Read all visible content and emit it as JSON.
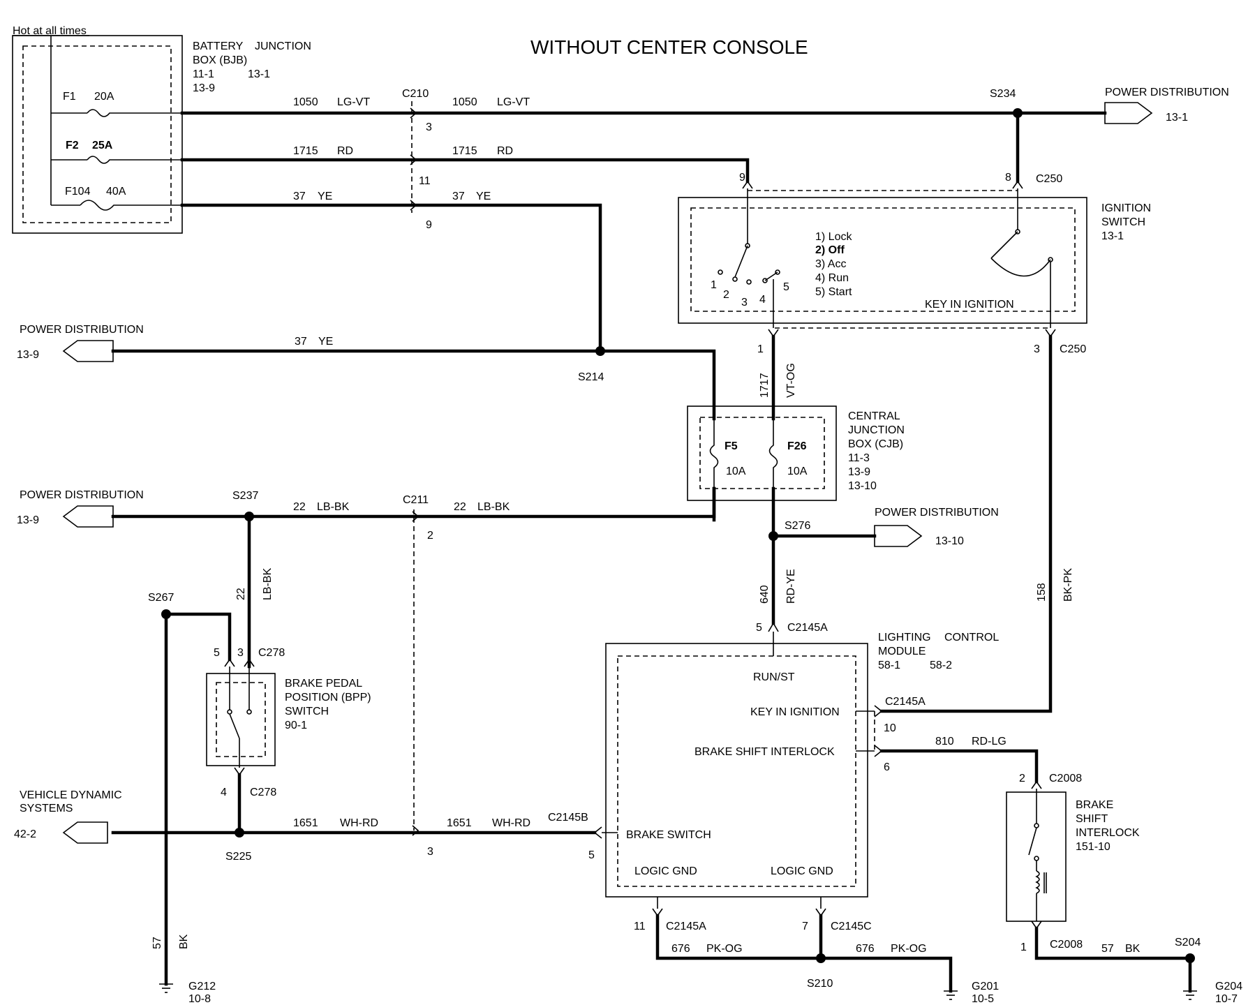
{
  "title": "WITHOUT CENTER CONSOLE",
  "hot_note": "Hot at all times",
  "components": {
    "bjb": {
      "name1": "BATTERY",
      "name2": "JUNCTION",
      "name3": "BOX (BJB)",
      "ref1": "11-1",
      "ref2": "13-1",
      "ref3": "13-9",
      "fuses": [
        {
          "id": "F1",
          "rating": "20A"
        },
        {
          "id": "F2",
          "rating": "25A"
        },
        {
          "id": "F104",
          "rating": "40A"
        }
      ]
    },
    "ign": {
      "name1": "IGNITION",
      "name2": "SWITCH",
      "ref": "13-1",
      "positions": [
        "1) Lock",
        "2) Off",
        "3) Acc",
        "4) Run",
        "5) Start"
      ],
      "pos_nums": [
        "1",
        "2",
        "3",
        "4",
        "5"
      ],
      "key_label": "KEY IN IGNITION"
    },
    "cjb": {
      "name1": "CENTRAL",
      "name2": "JUNCTION",
      "name3": "BOX (CJB)",
      "refs": [
        "11-3",
        "13-9",
        "13-10"
      ],
      "fuses": [
        {
          "id": "F5",
          "rating": "10A"
        },
        {
          "id": "F26",
          "rating": "10A"
        }
      ]
    },
    "bpp": {
      "name1": "BRAKE PEDAL",
      "name2": "POSITION (BPP)",
      "name3": "SWITCH",
      "ref": "90-1"
    },
    "lcm": {
      "name1": "LIGHTING",
      "name2": "CONTROL",
      "name3": "MODULE",
      "ref1": "58-1",
      "ref2": "58-2",
      "pins": [
        "RUN/ST",
        "KEY IN IGNITION",
        "BRAKE SHIFT INTERLOCK",
        "BRAKE SWITCH",
        "LOGIC GND",
        "LOGIC GND"
      ]
    },
    "bsi": {
      "name1": "BRAKE",
      "name2": "SHIFT",
      "name3": "INTERLOCK",
      "ref": "151-10"
    }
  },
  "power_dist": [
    {
      "label": "POWER DISTRIBUTION",
      "ref": "13-1"
    },
    {
      "label": "POWER DISTRIBUTION",
      "ref": "13-9"
    },
    {
      "label": "POWER DISTRIBUTION",
      "ref": "13-9"
    },
    {
      "label": "POWER DISTRIBUTION",
      "ref": "13-10"
    },
    {
      "label": "VEHICLE DYNAMIC",
      "label2": "SYSTEMS",
      "ref": "42-2"
    }
  ],
  "circuits": [
    {
      "num": "1050",
      "color": "LG-VT"
    },
    {
      "num": "1715",
      "color": "RD"
    },
    {
      "num": "37",
      "color": "YE"
    },
    {
      "num": "1717",
      "color": "VT-OG"
    },
    {
      "num": "22",
      "color": "LB-BK"
    },
    {
      "num": "640",
      "color": "RD-YE"
    },
    {
      "num": "158",
      "color": "BK-PK"
    },
    {
      "num": "810",
      "color": "RD-LG"
    },
    {
      "num": "1651",
      "color": "WH-RD"
    },
    {
      "num": "676",
      "color": "PK-OG"
    },
    {
      "num": "57",
      "color": "BK"
    }
  ],
  "connectors": {
    "C210": "C210",
    "C211": "C211",
    "C250": "C250",
    "C278": "C278",
    "C2145A": "C2145A",
    "C2145B": "C2145B",
    "C2145C": "C2145C",
    "C2008": "C2008"
  },
  "pins": {
    "c210_1050": "3",
    "c210_1715": "11",
    "c210_37": "9",
    "ign_in1": "9",
    "ign_in2": "8",
    "ign_out1": "1",
    "ign_out2": "3",
    "c211": "2",
    "c211_1651": "3",
    "c278_5": "5",
    "c278_3": "3",
    "c278_4": "4",
    "lcm_runst": "5",
    "lcm_key": "10",
    "lcm_bsi": "6",
    "lcm_bsw": "5",
    "lcm_gnd1": "11",
    "lcm_gnd2": "7",
    "c2008_2": "2",
    "c2008_1": "1"
  },
  "splices": [
    "S234",
    "S214",
    "S237",
    "S276",
    "S267",
    "S225",
    "S210",
    "S204"
  ],
  "grounds": [
    {
      "id": "G212",
      "ref": "10-8"
    },
    {
      "id": "G201",
      "ref": "10-5"
    },
    {
      "id": "G204",
      "ref": "10-7"
    }
  ]
}
